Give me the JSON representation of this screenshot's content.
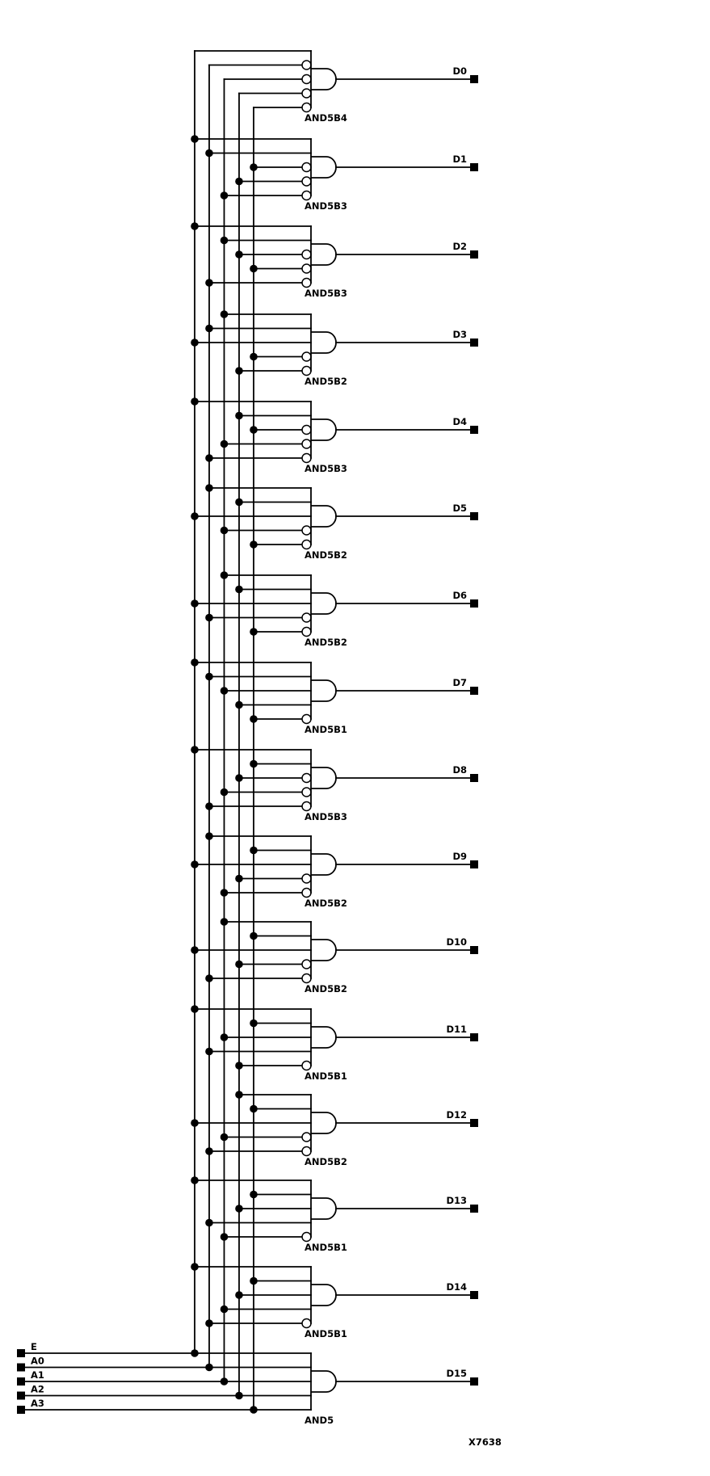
{
  "figure": {
    "number": "X7638"
  },
  "colors": {
    "line": "#000000",
    "background": "#ffffff"
  },
  "inputs": [
    {
      "label": "E"
    },
    {
      "label": "A0"
    },
    {
      "label": "A1"
    },
    {
      "label": "A2"
    },
    {
      "label": "A3"
    }
  ],
  "gates": [
    {
      "output": "D0",
      "type": "AND5B4",
      "pins": [
        {
          "signal": "E",
          "inverted": false
        },
        {
          "signal": "A0",
          "inverted": true
        },
        {
          "signal": "A1",
          "inverted": true
        },
        {
          "signal": "A2",
          "inverted": true
        },
        {
          "signal": "A3",
          "inverted": true
        }
      ]
    },
    {
      "output": "D1",
      "type": "AND5B3",
      "pins": [
        {
          "signal": "E",
          "inverted": false
        },
        {
          "signal": "A0",
          "inverted": false
        },
        {
          "signal": "A3",
          "inverted": true
        },
        {
          "signal": "A2",
          "inverted": true
        },
        {
          "signal": "A1",
          "inverted": true
        }
      ]
    },
    {
      "output": "D2",
      "type": "AND5B3",
      "pins": [
        {
          "signal": "E",
          "inverted": false
        },
        {
          "signal": "A1",
          "inverted": false
        },
        {
          "signal": "A2",
          "inverted": true
        },
        {
          "signal": "A3",
          "inverted": true
        },
        {
          "signal": "A0",
          "inverted": true
        }
      ]
    },
    {
      "output": "D3",
      "type": "AND5B2",
      "pins": [
        {
          "signal": "A1",
          "inverted": false
        },
        {
          "signal": "A0",
          "inverted": false
        },
        {
          "signal": "E",
          "inverted": false
        },
        {
          "signal": "A3",
          "inverted": true
        },
        {
          "signal": "A2",
          "inverted": true
        }
      ]
    },
    {
      "output": "D4",
      "type": "AND5B3",
      "pins": [
        {
          "signal": "E",
          "inverted": false
        },
        {
          "signal": "A2",
          "inverted": false
        },
        {
          "signal": "A3",
          "inverted": true
        },
        {
          "signal": "A1",
          "inverted": true
        },
        {
          "signal": "A0",
          "inverted": true
        }
      ]
    },
    {
      "output": "D5",
      "type": "AND5B2",
      "pins": [
        {
          "signal": "A0",
          "inverted": false
        },
        {
          "signal": "A2",
          "inverted": false
        },
        {
          "signal": "E",
          "inverted": false
        },
        {
          "signal": "A1",
          "inverted": true
        },
        {
          "signal": "A3",
          "inverted": true
        }
      ]
    },
    {
      "output": "D6",
      "type": "AND5B2",
      "pins": [
        {
          "signal": "A1",
          "inverted": false
        },
        {
          "signal": "A2",
          "inverted": false
        },
        {
          "signal": "E",
          "inverted": false
        },
        {
          "signal": "A0",
          "inverted": true
        },
        {
          "signal": "A3",
          "inverted": true
        }
      ]
    },
    {
      "output": "D7",
      "type": "AND5B1",
      "pins": [
        {
          "signal": "E",
          "inverted": false
        },
        {
          "signal": "A0",
          "inverted": false
        },
        {
          "signal": "A1",
          "inverted": false
        },
        {
          "signal": "A2",
          "inverted": false
        },
        {
          "signal": "A3",
          "inverted": true
        }
      ]
    },
    {
      "output": "D8",
      "type": "AND5B3",
      "pins": [
        {
          "signal": "E",
          "inverted": false
        },
        {
          "signal": "A3",
          "inverted": false
        },
        {
          "signal": "A2",
          "inverted": true
        },
        {
          "signal": "A1",
          "inverted": true
        },
        {
          "signal": "A0",
          "inverted": true
        }
      ]
    },
    {
      "output": "D9",
      "type": "AND5B2",
      "pins": [
        {
          "signal": "A0",
          "inverted": false
        },
        {
          "signal": "A3",
          "inverted": false
        },
        {
          "signal": "E",
          "inverted": false
        },
        {
          "signal": "A2",
          "inverted": true
        },
        {
          "signal": "A1",
          "inverted": true
        }
      ]
    },
    {
      "output": "D10",
      "type": "AND5B2",
      "pins": [
        {
          "signal": "A1",
          "inverted": false
        },
        {
          "signal": "A3",
          "inverted": false
        },
        {
          "signal": "E",
          "inverted": false
        },
        {
          "signal": "A2",
          "inverted": true
        },
        {
          "signal": "A0",
          "inverted": true
        }
      ]
    },
    {
      "output": "D11",
      "type": "AND5B1",
      "pins": [
        {
          "signal": "E",
          "inverted": false
        },
        {
          "signal": "A3",
          "inverted": false
        },
        {
          "signal": "A1",
          "inverted": false
        },
        {
          "signal": "A0",
          "inverted": false
        },
        {
          "signal": "A2",
          "inverted": true
        }
      ]
    },
    {
      "output": "D12",
      "type": "AND5B2",
      "pins": [
        {
          "signal": "A2",
          "inverted": false
        },
        {
          "signal": "A3",
          "inverted": false
        },
        {
          "signal": "E",
          "inverted": false
        },
        {
          "signal": "A1",
          "inverted": true
        },
        {
          "signal": "A0",
          "inverted": true
        }
      ]
    },
    {
      "output": "D13",
      "type": "AND5B1",
      "pins": [
        {
          "signal": "E",
          "inverted": false
        },
        {
          "signal": "A3",
          "inverted": false
        },
        {
          "signal": "A2",
          "inverted": false
        },
        {
          "signal": "A0",
          "inverted": false
        },
        {
          "signal": "A1",
          "inverted": true
        }
      ]
    },
    {
      "output": "D14",
      "type": "AND5B1",
      "pins": [
        {
          "signal": "E",
          "inverted": false
        },
        {
          "signal": "A3",
          "inverted": false
        },
        {
          "signal": "A2",
          "inverted": false
        },
        {
          "signal": "A1",
          "inverted": false
        },
        {
          "signal": "A0",
          "inverted": true
        }
      ]
    },
    {
      "output": "D15",
      "type": "AND5",
      "pins": [
        {
          "signal": "E",
          "inverted": false
        },
        {
          "signal": "A0",
          "inverted": false
        },
        {
          "signal": "A1",
          "inverted": false
        },
        {
          "signal": "A2",
          "inverted": false
        },
        {
          "signal": "A3",
          "inverted": false
        }
      ]
    }
  ]
}
